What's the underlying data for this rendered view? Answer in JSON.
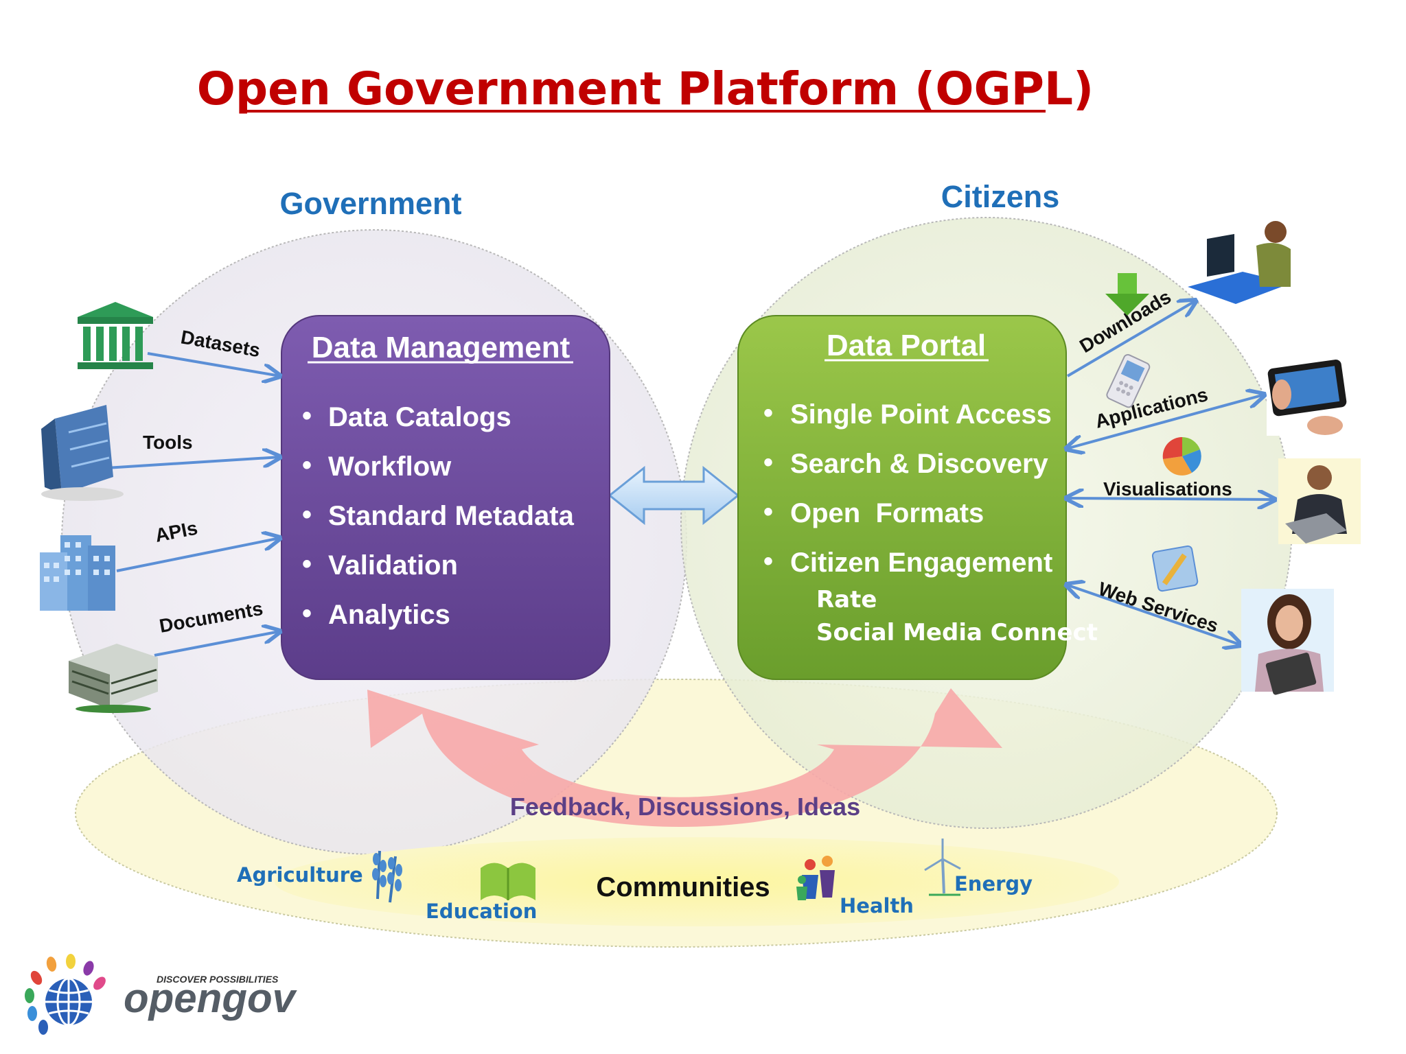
{
  "title": "Open Government Platform (OGPL)",
  "government_label": "Government",
  "citizens_label": "Citizens",
  "data_management": {
    "title": "Data Management",
    "items": [
      "Data Catalogs",
      "Workflow",
      "Standard Metadata",
      "Validation",
      "Analytics"
    ]
  },
  "data_portal": {
    "title": "Data Portal",
    "items": [
      "Single Point Access",
      "Search & Discovery",
      "Open  Formats",
      "Citizen Engagement"
    ],
    "sub_items": [
      "Rate",
      "Social Media Connect"
    ]
  },
  "inputs": [
    "Datasets",
    "Tools",
    "APIs",
    "Documents"
  ],
  "outputs": [
    "Downloads",
    "Applications",
    "Visualisations",
    "Web Services"
  ],
  "feedback": "Feedback, Discussions, Ideas",
  "communities": {
    "title": "Communities",
    "items": [
      "Agriculture",
      "Education",
      "Health",
      "Energy"
    ]
  },
  "logo": {
    "tagline": "DISCOVER POSSIBILITIES",
    "brand": "opengov"
  },
  "icons": [
    "bank-building-icon",
    "office-tower-icon",
    "city-buildings-icon",
    "office-complex-icon",
    "download-icon",
    "mobile-phone-icon",
    "pie-chart-icon",
    "web-service-icon",
    "laptop-user-icon",
    "tablet-hands-icon",
    "laptop-businessman-icon",
    "tablet-woman-icon",
    "wheat-icon",
    "book-icon",
    "people-icon",
    "wind-turbine-icon"
  ],
  "colors": {
    "title": "#c00000",
    "heading": "#1f6fb8",
    "data_management_box": "#6b4a9e",
    "data_portal_box": "#7fb13a",
    "arrow": "#5b8fd6",
    "feedback_arrow": "#f7a8a8",
    "communities_band": "#fdf7a8"
  }
}
